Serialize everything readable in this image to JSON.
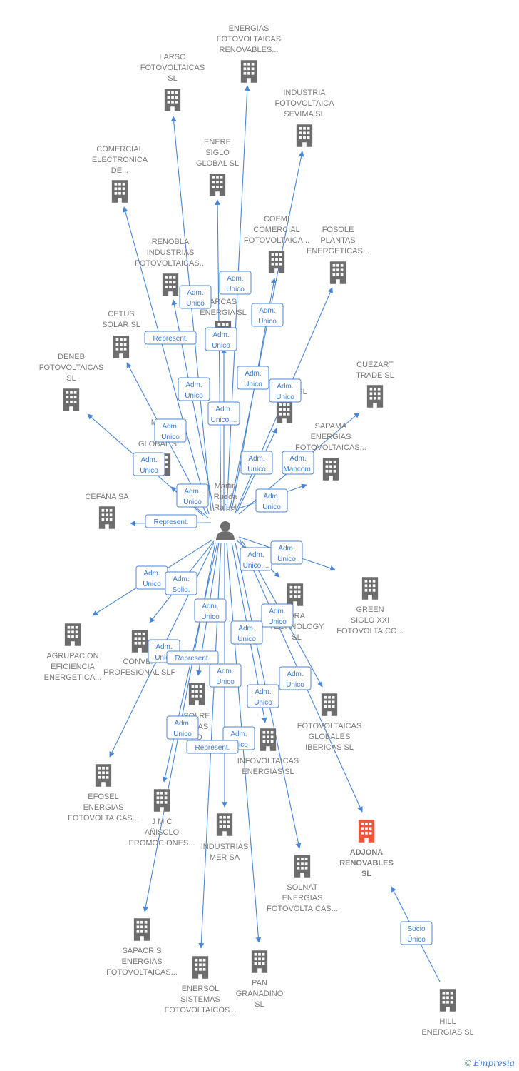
{
  "colors": {
    "edge": "#4a86d4",
    "building": "#6d6d6d",
    "target_building": "#f0553a",
    "label": "#7a7a7a"
  },
  "center": {
    "name_lines": [
      "Martin",
      "Rueda",
      "Rafael"
    ],
    "icon": "person-icon"
  },
  "nodes": [
    {
      "id": "energias-fotovoltaicas-renovables",
      "lines": [
        "ENERGIAS",
        "FOTOVOLTAICAS",
        "RENOVABLES..."
      ]
    },
    {
      "id": "larso",
      "lines": [
        "LARSO",
        "FOTOVOLTAICAS",
        "SL"
      ]
    },
    {
      "id": "industria-fotovoltaica-sevima",
      "lines": [
        "INDUSTRIA",
        "FOTOVOLTAICA",
        "SEVIMA  SL"
      ]
    },
    {
      "id": "enere-siglo-global",
      "lines": [
        "ENERE",
        "SIGLO",
        "GLOBAL  SL"
      ]
    },
    {
      "id": "comercial-electronica",
      "lines": [
        "COMERCIAL",
        "ELECTRONICA",
        "DE..."
      ]
    },
    {
      "id": "coemi-comercial",
      "lines": [
        "COEMI",
        "COMERCIAL",
        "FOTOVOLTAICA..."
      ]
    },
    {
      "id": "fosole-plantas",
      "lines": [
        "FOSOLE",
        "PLANTAS",
        "ENERGETICAS..."
      ]
    },
    {
      "id": "renobla-industrias",
      "lines": [
        "RENOBLA",
        "INDUSTRIAS",
        "FOTOVOLTAICAS..."
      ]
    },
    {
      "id": "arcas-energia",
      "lines": [
        "ARCAS",
        "ENERGIA  SL"
      ]
    },
    {
      "id": "cetus-solar",
      "lines": [
        "CETUS",
        "SOLAR SL"
      ]
    },
    {
      "id": "deneb-fotovoltaicas",
      "lines": [
        "DENEB",
        "FOTOVOLTAICAS",
        "SL"
      ]
    },
    {
      "id": "cuezart-trade",
      "lines": [
        "CUEZART",
        "TRADE SL"
      ]
    },
    {
      "id": "hidden-sl",
      "lines": [
        "SL"
      ]
    },
    {
      "id": "mer-solar-global",
      "lines": [
        "MER",
        "SO",
        "GLOBAL  SL"
      ]
    },
    {
      "id": "sapama-energias",
      "lines": [
        "SAPAMA",
        "ENERGIAS",
        "FOTOVOLTAICAS..."
      ]
    },
    {
      "id": "cefana",
      "lines": [
        "CEFANA SA"
      ]
    },
    {
      "id": "green-siglo-xxi",
      "lines": [
        "GREEN",
        "SIGLO XXI",
        "FOTOVOLTAICO..."
      ]
    },
    {
      "id": "ora-technology",
      "lines": [
        "ORA",
        "TECHNOLOGY",
        "SL"
      ]
    },
    {
      "id": "agrupacion-eficiencia",
      "lines": [
        "AGRUPACION",
        "EFICIENCIA",
        "ENERGETICA..."
      ]
    },
    {
      "id": "conver-profesional",
      "lines": [
        "CONVER",
        "PROFESIONAL SLP"
      ]
    },
    {
      "id": "solre-industrias",
      "lines": [
        "SOLRE",
        "TRIAS",
        "FO"
      ]
    },
    {
      "id": "fotovoltaicas-globales-ibericas",
      "lines": [
        "FOTOVOLTAICAS",
        "GLOBALES",
        "IBERICAS  SL"
      ]
    },
    {
      "id": "infovoltaicas-energias",
      "lines": [
        "INFOVOLTAICAS",
        "ENERGIAS  SL"
      ]
    },
    {
      "id": "efosel-energias",
      "lines": [
        "EFOSEL",
        "ENERGIAS",
        "FOTOVOLTAICAS..."
      ]
    },
    {
      "id": "jmc-anisclo",
      "lines": [
        "J M C",
        "AÑISCLO",
        "PROMOCIONES..."
      ]
    },
    {
      "id": "industrias-mer",
      "lines": [
        "INDUSTRIAS",
        "MER SA"
      ]
    },
    {
      "id": "adjona-renovables",
      "lines": [
        "ADJONA",
        "RENOVABLES",
        "SL"
      ],
      "highlight": true
    },
    {
      "id": "solnat-energias",
      "lines": [
        "SOLNAT",
        "ENERGIAS",
        "FOTOVOLTAICAS..."
      ]
    },
    {
      "id": "sapacris-energias",
      "lines": [
        "SAPACRIS",
        "ENERGIAS",
        "FOTOVOLTAICAS..."
      ]
    },
    {
      "id": "enersol-sistemas",
      "lines": [
        "ENERSOL",
        "SISTEMAS",
        "FOTOVOLTAICOS..."
      ]
    },
    {
      "id": "pan-granadino",
      "lines": [
        "PAN",
        "GRANADINO",
        "SL"
      ]
    },
    {
      "id": "hill-energias",
      "lines": [
        "HILL",
        "ENERGIAS  SL"
      ]
    }
  ],
  "relations": [
    {
      "lines": [
        "Adm.",
        "Unico"
      ]
    },
    {
      "lines": [
        "Adm.",
        "Unico"
      ]
    },
    {
      "lines": [
        "Adm.",
        "Unico"
      ]
    },
    {
      "lines": [
        "Represent."
      ]
    },
    {
      "lines": [
        "Adm.",
        "Unico"
      ]
    },
    {
      "lines": [
        "Adm.",
        "Unico"
      ]
    },
    {
      "lines": [
        "Adm.",
        "Unico"
      ]
    },
    {
      "lines": [
        "Adm.",
        "Unico"
      ]
    },
    {
      "lines": [
        "Adm.",
        "Unico,..."
      ]
    },
    {
      "lines": [
        "Adm.",
        "Unico"
      ]
    },
    {
      "lines": [
        "Adm.",
        "Unico"
      ]
    },
    {
      "lines": [
        "Adm.",
        "Unico"
      ]
    },
    {
      "lines": [
        "Adm.",
        "Mancom."
      ]
    },
    {
      "lines": [
        "Adm.",
        "Unico"
      ]
    },
    {
      "lines": [
        "Adm.",
        "Unico"
      ]
    },
    {
      "lines": [
        "Represent."
      ]
    },
    {
      "lines": [
        "Adm.",
        "Unico,..."
      ]
    },
    {
      "lines": [
        "Adm.",
        "Unico"
      ]
    },
    {
      "lines": [
        "Adm.",
        "Unico"
      ]
    },
    {
      "lines": [
        "Adm.",
        "Solid."
      ]
    },
    {
      "lines": [
        "Adm.",
        "Unico"
      ]
    },
    {
      "lines": [
        "Adm.",
        "Unico"
      ]
    },
    {
      "lines": [
        "Adm.",
        "Unico"
      ]
    },
    {
      "lines": [
        "Adm.",
        "Unico"
      ]
    },
    {
      "lines": [
        "Represent."
      ]
    },
    {
      "lines": [
        "Adm.",
        "Unico"
      ]
    },
    {
      "lines": [
        "Adm.",
        "Unico"
      ]
    },
    {
      "lines": [
        "Adm.",
        "Unico"
      ]
    },
    {
      "lines": [
        "Adm.",
        "Unico"
      ]
    },
    {
      "lines": [
        "Adm.",
        "Unico"
      ]
    },
    {
      "lines": [
        "Represent."
      ]
    },
    {
      "lines": [
        "Socio",
        "Único"
      ]
    }
  ],
  "footer": {
    "copyright": "©",
    "brand": "Empresia"
  }
}
